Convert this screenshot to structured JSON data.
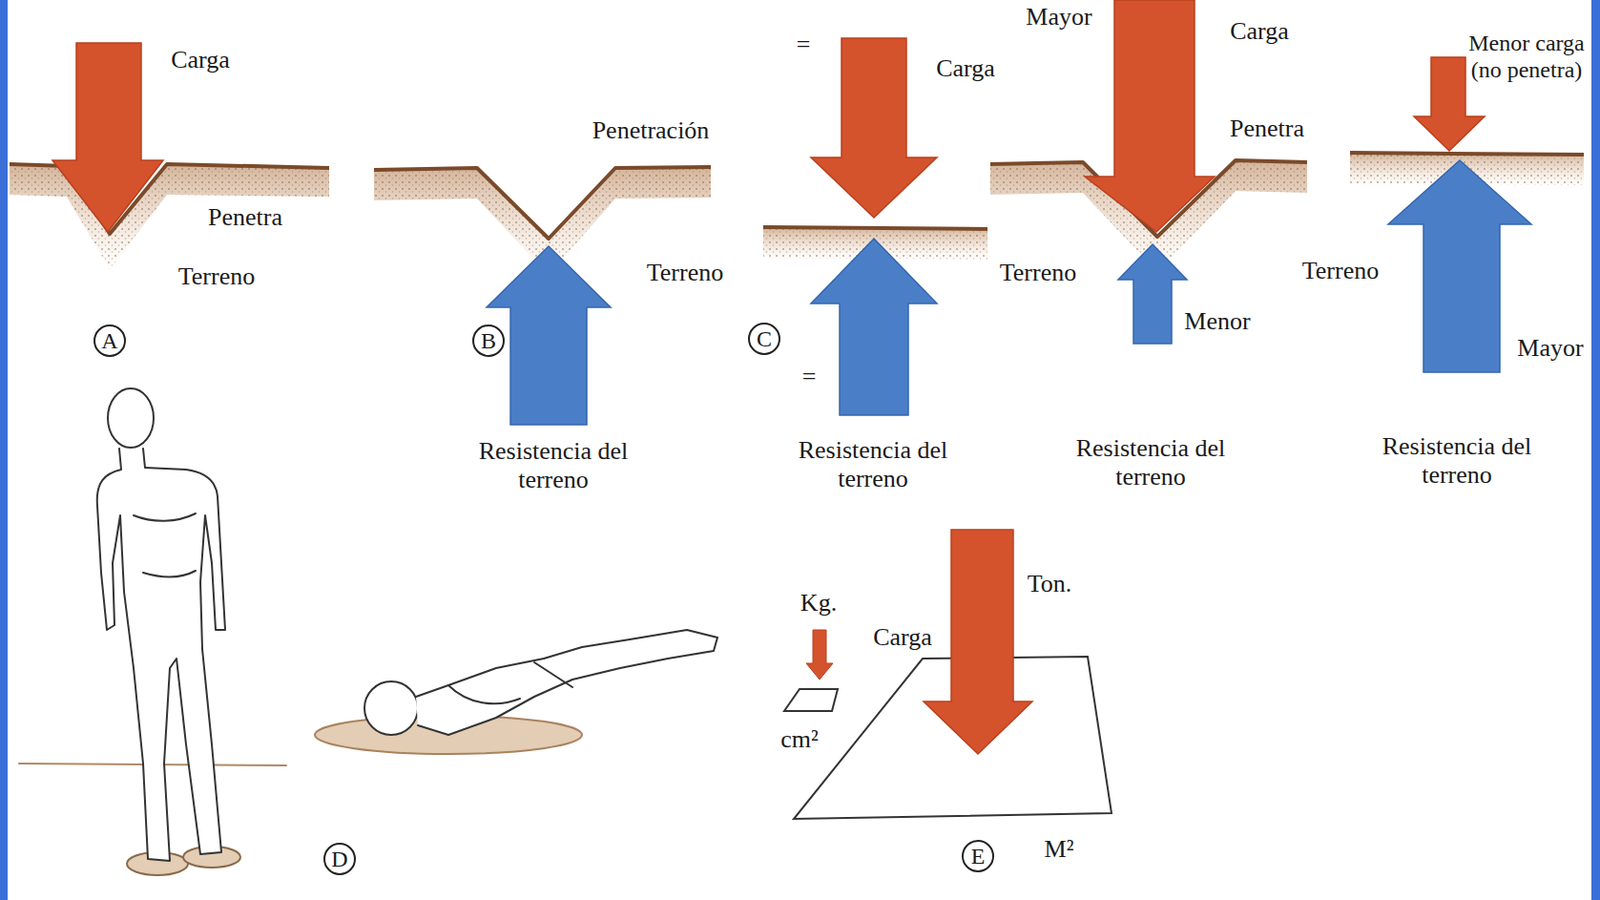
{
  "diagram": {
    "labels": [
      "Carga",
      "Penetra",
      "Terreno",
      "A",
      "Penetración",
      "Terreno",
      "Resistencia del terreno",
      "B",
      "=",
      "Carga",
      "=",
      "Resistencia del terreno",
      "C",
      "Mayor",
      "Carga",
      "Penetra",
      "Terreno",
      "Menor",
      "Resistencia del terreno",
      "Menor carga (no penetra)",
      "Terreno",
      "Mayor",
      "Resistencia del terreno",
      "D",
      "Kg.",
      "cm²",
      "Carga",
      "Ton.",
      "M²",
      "E"
    ]
  }
}
